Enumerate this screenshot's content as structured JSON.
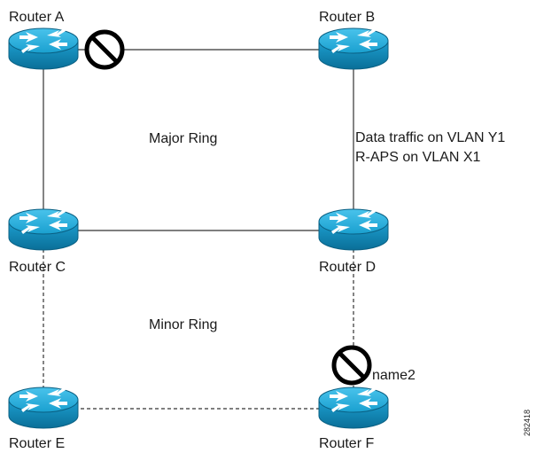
{
  "routers": {
    "a": {
      "label": "Router A"
    },
    "b": {
      "label": "Router B"
    },
    "c": {
      "label": "Router C"
    },
    "d": {
      "label": "Router D"
    },
    "e": {
      "label": "Router E"
    },
    "f": {
      "label": "Router F"
    }
  },
  "rings": {
    "major": {
      "label": "Major Ring"
    },
    "minor": {
      "label": "Minor Ring"
    }
  },
  "annotations": {
    "data_traffic": "Data traffic on VLAN Y1",
    "raps": "R-APS on VLAN X1",
    "blocked_port_label": "name2",
    "figure_id": "282418"
  },
  "colors": {
    "router_body": "#1aa0cf",
    "router_top": "#2bb5e2",
    "router_dark": "#0b6f96",
    "link": "#333333",
    "block_symbol": "#000000"
  },
  "links": [
    {
      "from": "Router A",
      "to": "Router B",
      "style": "solid",
      "blocked": true
    },
    {
      "from": "Router A",
      "to": "Router C",
      "style": "solid",
      "blocked": false
    },
    {
      "from": "Router B",
      "to": "Router D",
      "style": "solid",
      "blocked": false
    },
    {
      "from": "Router C",
      "to": "Router D",
      "style": "solid",
      "blocked": false
    },
    {
      "from": "Router C",
      "to": "Router E",
      "style": "dashed",
      "blocked": false
    },
    {
      "from": "Router D",
      "to": "Router F",
      "style": "dashed",
      "blocked": true
    },
    {
      "from": "Router E",
      "to": "Router F",
      "style": "dashed",
      "blocked": false
    }
  ]
}
